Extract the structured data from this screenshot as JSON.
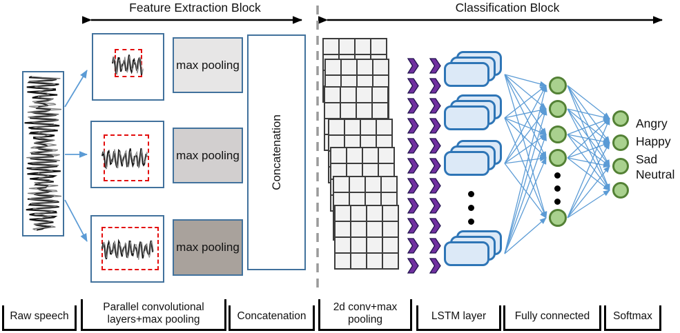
{
  "titles": {
    "feature_extraction": "Feature Extraction Block",
    "classification": "Classification Block"
  },
  "feature_block": {
    "max_pooling_labels": [
      "max pooling",
      "max pooling",
      "max pooling"
    ],
    "max_pooling_fills": [
      "#e7e6e6",
      "#d2cfcf",
      "#a9a29c"
    ],
    "concatenation_label": "Concatenation"
  },
  "classification_block": {
    "output_labels": [
      "Angry",
      "Happy",
      "Sad",
      "Neutral"
    ]
  },
  "pipeline_labels": [
    "Raw speech",
    "Parallel convolutional layers+max pooling",
    "Concatenation",
    "2d conv+max pooling",
    "LSTM layer",
    "Fully connected",
    "Softmax"
  ],
  "colors": {
    "box_border_blue": "#41719c",
    "arrow_blue": "#5b9bd5",
    "lstm_fill": "#dce9f7",
    "lstm_border": "#2e75b6",
    "neuron_fill": "#a9d18e",
    "neuron_border": "#538135",
    "chevron_purple": "#7030a0",
    "chevron_outline": "#20124d",
    "dashed_red": "#e30b0b",
    "divider_gray": "#9a9a9a",
    "grid_cell": "#f2f2f2"
  }
}
